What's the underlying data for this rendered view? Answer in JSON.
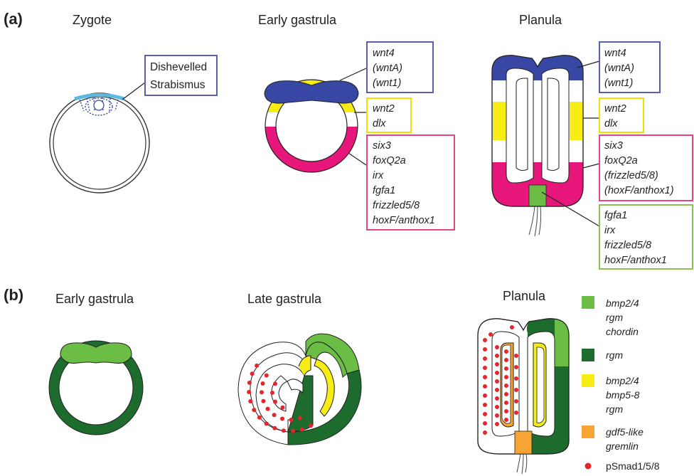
{
  "panel_a": {
    "label": "(a)",
    "stages": [
      "Zygote",
      "Early gastrula",
      "Planula"
    ],
    "zygote_box": [
      "Dishevelled",
      "Strabismus"
    ],
    "gastrula_boxes": {
      "blue": [
        "wnt4",
        "(wntA)",
        "(wnt1)"
      ],
      "yellow": [
        "wnt2",
        "dlx"
      ],
      "pink": [
        "six3",
        "foxQ2a",
        "irx",
        "fgfa1",
        "frizzled5/8",
        "hoxF/anthox1"
      ]
    },
    "planula_boxes": {
      "blue": [
        "wnt4",
        "(wntA)",
        "(wnt1)"
      ],
      "yellow": [
        "wnt2",
        "dlx"
      ],
      "pink": [
        "six3",
        "foxQ2a",
        "(frizzled5/8)",
        "(hoxF/anthox1)"
      ],
      "green": [
        "fgfa1",
        "irx",
        "frizzled5/8",
        "hoxF/anthox1"
      ]
    }
  },
  "panel_b": {
    "label": "(b)",
    "stages": [
      "Early gastrula",
      "Late gastrula",
      "Planula"
    ],
    "legend": [
      {
        "color": "#6cbd45",
        "lines": [
          "bmp2/4",
          "rgm",
          "chordin"
        ]
      },
      {
        "color": "#1e6b2e",
        "lines": [
          "rgm"
        ]
      },
      {
        "color": "#f7ec13",
        "lines": [
          "bmp2/4",
          "bmp5-8",
          "rgm"
        ]
      },
      {
        "color": "#f6a534",
        "lines": [
          "gdf5-like",
          "gremlin"
        ]
      },
      {
        "color": "#e8242b",
        "dot": true,
        "lines": [
          "pSmad1/5/8"
        ]
      }
    ]
  },
  "colors": {
    "blue": "#3747a3",
    "yellow": "#f7ec13",
    "pink": "#e6167a",
    "light_green": "#6cbd45",
    "dark_green": "#1e6b2e",
    "orange": "#f6a534",
    "red": "#e8242b",
    "box_blue": "#5b5fb0",
    "box_yellow": "#f2e000",
    "box_pink": "#e34585",
    "box_green": "#8cc152"
  }
}
